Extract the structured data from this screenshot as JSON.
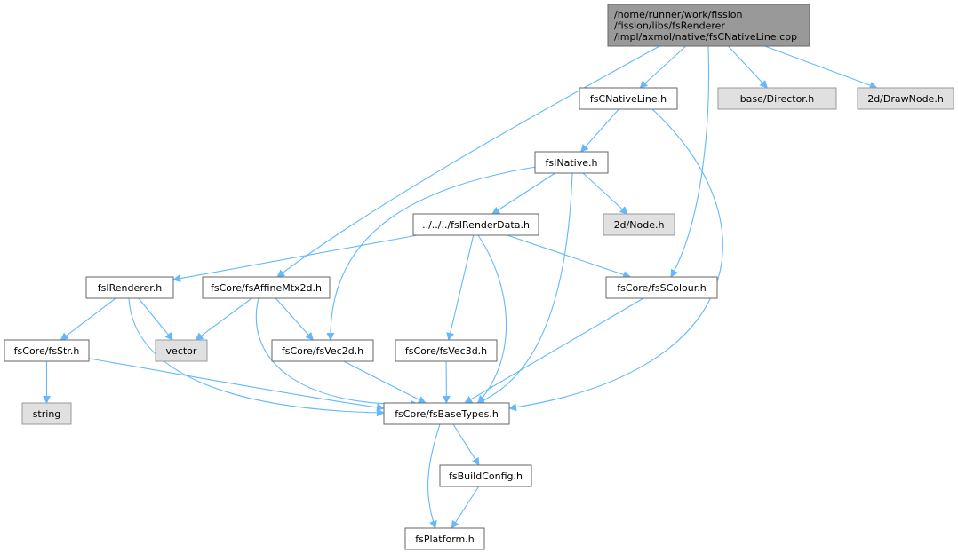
{
  "colors": {
    "edge": "#63b8ff",
    "node_fill": "#ffffff",
    "node_stroke": "#666666",
    "root_fill": "#999999",
    "root_stroke": "#666666",
    "external_fill": "#e0e0e0",
    "external_stroke": "#999999"
  },
  "nodes": [
    {
      "id": "root",
      "kind": "root",
      "lines": [
        "/home/runner/work/fission",
        "/fission/libs/fsRenderer",
        "/impl/axmol/native/fsCNativeLine.cpp"
      ]
    },
    {
      "id": "cnativeline",
      "kind": "normal",
      "lines": [
        "fsCNativeLine.h"
      ]
    },
    {
      "id": "director",
      "kind": "external",
      "lines": [
        "base/Director.h"
      ]
    },
    {
      "id": "drawnode",
      "kind": "external",
      "lines": [
        "2d/DrawNode.h"
      ]
    },
    {
      "id": "inative",
      "kind": "normal",
      "lines": [
        "fsINative.h"
      ]
    },
    {
      "id": "irenderdata",
      "kind": "normal",
      "lines": [
        "../../../fsIRenderData.h"
      ]
    },
    {
      "id": "node",
      "kind": "external",
      "lines": [
        "2d/Node.h"
      ]
    },
    {
      "id": "irenderer",
      "kind": "normal",
      "lines": [
        "fsIRenderer.h"
      ]
    },
    {
      "id": "affine",
      "kind": "normal",
      "lines": [
        "fsCore/fsAffineMtx2d.h"
      ]
    },
    {
      "id": "scolour",
      "kind": "normal",
      "lines": [
        "fsCore/fsSColour.h"
      ]
    },
    {
      "id": "str",
      "kind": "normal",
      "lines": [
        "fsCore/fsStr.h"
      ]
    },
    {
      "id": "vector",
      "kind": "external",
      "lines": [
        "vector"
      ]
    },
    {
      "id": "vec2d",
      "kind": "normal",
      "lines": [
        "fsCore/fsVec2d.h"
      ]
    },
    {
      "id": "vec3d",
      "kind": "normal",
      "lines": [
        "fsCore/fsVec3d.h"
      ]
    },
    {
      "id": "string",
      "kind": "external",
      "lines": [
        "string"
      ]
    },
    {
      "id": "basetypes",
      "kind": "normal",
      "lines": [
        "fsCore/fsBaseTypes.h"
      ]
    },
    {
      "id": "buildconfig",
      "kind": "normal",
      "lines": [
        "fsBuildConfig.h"
      ]
    },
    {
      "id": "platform",
      "kind": "normal",
      "lines": [
        "fsPlatform.h"
      ]
    }
  ],
  "edges": [
    [
      "root",
      "affine"
    ],
    [
      "root",
      "cnativeline"
    ],
    [
      "root",
      "scolour"
    ],
    [
      "root",
      "director"
    ],
    [
      "root",
      "drawnode"
    ],
    [
      "cnativeline",
      "inative"
    ],
    [
      "cnativeline",
      "basetypes"
    ],
    [
      "inative",
      "irenderdata"
    ],
    [
      "inative",
      "node"
    ],
    [
      "inative",
      "vec2d"
    ],
    [
      "inative",
      "basetypes"
    ],
    [
      "irenderdata",
      "irenderer"
    ],
    [
      "irenderdata",
      "scolour"
    ],
    [
      "irenderdata",
      "vec3d"
    ],
    [
      "irenderdata",
      "basetypes"
    ],
    [
      "irenderer",
      "str"
    ],
    [
      "irenderer",
      "vector"
    ],
    [
      "irenderer",
      "basetypes"
    ],
    [
      "affine",
      "vector"
    ],
    [
      "affine",
      "vec2d"
    ],
    [
      "affine",
      "basetypes"
    ],
    [
      "str",
      "string"
    ],
    [
      "str",
      "basetypes"
    ],
    [
      "vec2d",
      "basetypes"
    ],
    [
      "vec3d",
      "basetypes"
    ],
    [
      "scolour",
      "basetypes"
    ],
    [
      "basetypes",
      "buildconfig"
    ],
    [
      "basetypes",
      "platform"
    ],
    [
      "buildconfig",
      "platform"
    ]
  ]
}
